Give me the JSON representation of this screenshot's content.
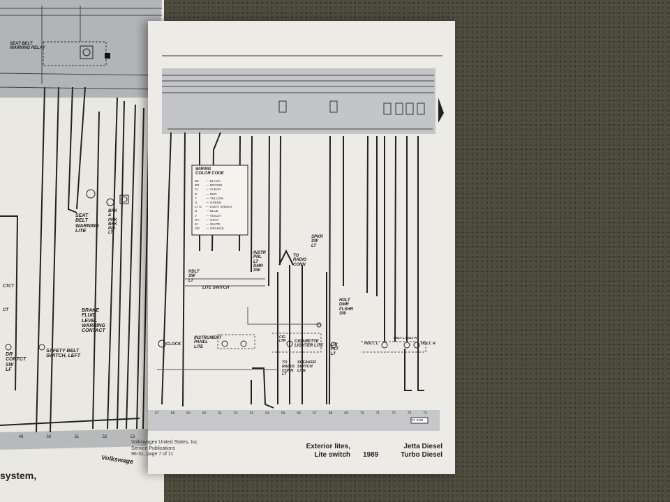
{
  "left_page": {
    "relay_label": [
      "SEAT BELT",
      "WARNING RELAY"
    ],
    "seat_belt_lite": [
      "SEAT",
      "BELT",
      "WARNING",
      "LITE"
    ],
    "brk_prk_ind": [
      "BRK",
      "&",
      "PRK",
      "BRK",
      "IND",
      "LT"
    ],
    "brake_fluid": [
      "BRAKE",
      "FLUID",
      "LEVEL",
      "WARNING",
      "CONTACT"
    ],
    "safety_belt": [
      "SAFETY BELT",
      "SWITCH, LEFT"
    ],
    "dr_contact": [
      "DR",
      "CONTCT",
      "SW",
      "LF"
    ],
    "partial_labels": [
      "CTCT",
      "CT"
    ],
    "bottom_numbers": [
      "49",
      "50",
      "51",
      "52",
      "53"
    ],
    "footer_partial": "system,",
    "footer_partial2": "Volkswage"
  },
  "right_page": {
    "color_code": {
      "title": [
        "WIRING",
        "COLOR CODE"
      ],
      "rows": [
        [
          "BK",
          "BLACK"
        ],
        [
          "BR",
          "BROWN"
        ],
        [
          "CL",
          "CLEAR"
        ],
        [
          "R",
          "RED"
        ],
        [
          "Y",
          "YELLOW"
        ],
        [
          "G",
          "GREEN"
        ],
        [
          "LT G",
          "LIGHT GREEN"
        ],
        [
          "B",
          "BLUE"
        ],
        [
          "V",
          "VIOLET"
        ],
        [
          "GY",
          "GRAY"
        ],
        [
          "W",
          "WHITE"
        ],
        [
          "OR",
          "ORANGE"
        ]
      ]
    },
    "labels": {
      "hdlt_sw": [
        "HDLT",
        "SW",
        "LT"
      ],
      "lite_switch": "LITE SWITCH",
      "instr_pnl": [
        "INSTR",
        "PNL",
        "LT",
        "DMR",
        "SW"
      ],
      "to_radio_conn": [
        "TO",
        "RADIO",
        "CONN"
      ],
      "spkr_sw": [
        "SPKR",
        "SW",
        "LT"
      ],
      "hdlt_dmr": [
        "HDLT",
        "DMR",
        "FLSHR",
        "SW"
      ],
      "clock": "CLOCK",
      "instrument_panel": [
        "INSTRUMENT",
        "PANEL",
        "LITE"
      ],
      "cigarette": [
        "CIGARETTE",
        "LIGHTER LITE"
      ],
      "cig_ltr": [
        "CIG",
        "LTR"
      ],
      "lic_plt": [
        "LIC",
        "PLT",
        "LT"
      ],
      "hdlt_l": "HDLT, L",
      "hdlt_r": "HDLT, R",
      "hdlt_lr": [
        "HDLT",
        "L",
        "HDLT",
        "R"
      ],
      "to_radio_conn2": [
        "TO",
        "RADIO",
        "CONN",
        "LT"
      ],
      "speaker_switch": [
        "SPEAKER",
        "SWITCH",
        "LITE"
      ]
    },
    "bottom_numbers": [
      "57",
      "58",
      "59",
      "60",
      "61",
      "62",
      "63",
      "64",
      "65",
      "66",
      "67",
      "68",
      "69",
      "70",
      "71",
      "72",
      "73",
      "74"
    ],
    "ref_tag": "97 3438",
    "footer": {
      "publisher": [
        "Volkswagen United States, Inc.",
        "Service Publications",
        "96-31, page 7 of 11"
      ],
      "section": [
        "Exterior lites,",
        "Lite switch"
      ],
      "year": "1989",
      "model": [
        "Jetta Diesel",
        "Turbo Diesel"
      ]
    }
  }
}
